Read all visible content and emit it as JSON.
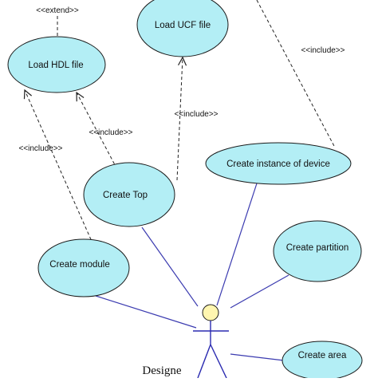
{
  "diagram": {
    "colors": {
      "usecase_fill": "#b3eef5",
      "usecase_stroke": "#1a1a1a",
      "association": "#3b3bb0",
      "dependency": "#222222",
      "actor_head": "#fff6b0",
      "actor_body": "#2a2ab0"
    },
    "use_cases": {
      "load_hdl": "Load HDL file",
      "load_ucf": "Load UCF file",
      "create_instance": "Create instance of device",
      "create_top": "Create Top",
      "create_partition": "Create partition",
      "create_module": "Create module",
      "create_area": "Create area"
    },
    "stereotypes": {
      "extend": "<<extend>>",
      "include_top_ucf": "<<include>>",
      "include_top_hdl": "<<include>>",
      "include_module_hdl": "<<include>>",
      "include_instance": "<<include>>"
    },
    "actor": {
      "name": "Designe"
    }
  }
}
